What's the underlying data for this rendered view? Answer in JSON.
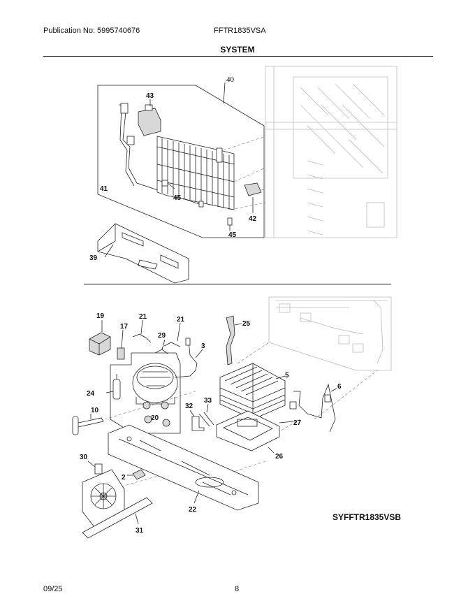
{
  "header": {
    "publication": "Publication No: 5995740676",
    "model": "FFTR1835VSA"
  },
  "section_title": "SYSTEM",
  "diagram_code": "SYFFTR1835VSB",
  "footer": {
    "date": "09/25",
    "page": "8"
  },
  "callouts": {
    "c40": "40",
    "c43": "43",
    "c41": "41",
    "c45a": "45",
    "c45b": "45",
    "c42": "42",
    "c39": "39",
    "c19": "19",
    "c17": "17",
    "c21a": "21",
    "c21b": "21",
    "c29": "29",
    "c3": "3",
    "c25": "25",
    "c5": "5",
    "c6": "6",
    "c24": "24",
    "c10": "10",
    "c32": "32",
    "c33": "33",
    "c20": "20",
    "c27": "27",
    "c26": "26",
    "c30": "30",
    "c2": "2",
    "c22": "22",
    "c31": "31"
  }
}
